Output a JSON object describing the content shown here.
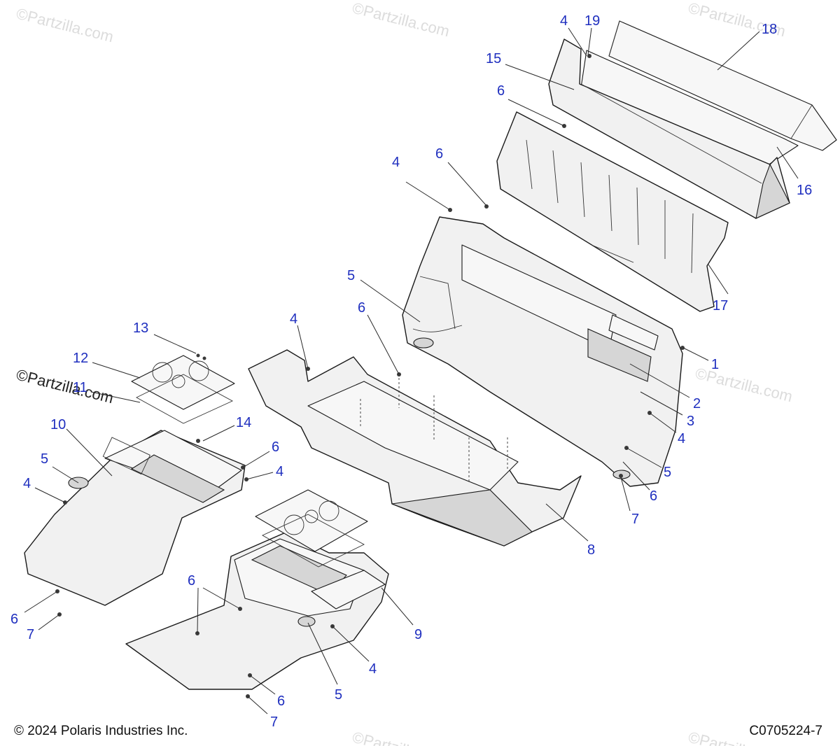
{
  "footer": {
    "copyright": "© 2024 Polaris Industries Inc.",
    "diagram_code": "C0705224-7"
  },
  "watermark": {
    "text": "©Partzilla.com",
    "inline_text": "©Partzilla.com"
  },
  "callouts": {
    "c1": "1",
    "c2": "2",
    "c3": "3",
    "c4a": "4",
    "c4b": "4",
    "c4c": "4",
    "c4d": "4",
    "c4e": "4",
    "c4f": "4",
    "c4g": "4",
    "c5a": "5",
    "c5b": "5",
    "c5c": "5",
    "c5d": "5",
    "c6a": "6",
    "c6b": "6",
    "c6c": "6",
    "c6d": "6",
    "c6e": "6",
    "c6f": "6",
    "c6g": "6",
    "c6h": "6",
    "c7a": "7",
    "c7b": "7",
    "c7c": "7",
    "c8": "8",
    "c9": "9",
    "c10": "10",
    "c11": "11",
    "c12": "12",
    "c13": "13",
    "c14": "14",
    "c15": "15",
    "c16": "16",
    "c17": "17",
    "c18": "18",
    "c19": "19"
  },
  "colors": {
    "callout": "#1f2fbf",
    "line": "#1a1a1a",
    "part_fill": "#f1f1f1",
    "watermark": "#dcdcdc"
  }
}
